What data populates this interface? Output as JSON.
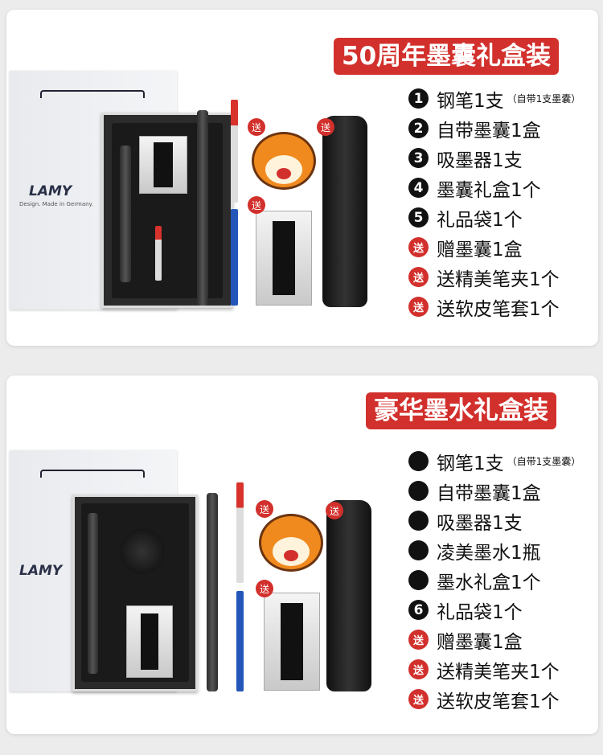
{
  "sets": [
    {
      "title": "50周年墨囊礼盒装",
      "items": [
        {
          "badge": "1",
          "text": "钢笔1支",
          "note": "（自带1支墨囊）",
          "red": false
        },
        {
          "badge": "2",
          "text": "自带墨囊1盒",
          "red": false
        },
        {
          "badge": "3",
          "text": "吸墨器1支",
          "red": false
        },
        {
          "badge": "4",
          "text": "墨囊礼盒1个",
          "red": false
        },
        {
          "badge": "5",
          "text": "礼品袋1个",
          "red": false
        },
        {
          "badge": "送",
          "text": "赠墨囊1盒",
          "red": true
        },
        {
          "badge": "送",
          "text": "送精美笔夹1个",
          "red": true
        },
        {
          "badge": "送",
          "text": "送软皮笔套1个",
          "red": true
        }
      ]
    },
    {
      "title": "豪华墨水礼盒装",
      "items": [
        {
          "badge": "",
          "text": "钢笔1支",
          "note": "（自带1支墨囊）",
          "red": false
        },
        {
          "badge": "",
          "text": "自带墨囊1盒",
          "red": false
        },
        {
          "badge": "",
          "text": "吸墨器1支",
          "red": false
        },
        {
          "badge": "",
          "text": "凌美墨水1瓶",
          "red": false
        },
        {
          "badge": "",
          "text": "墨水礼盒1个",
          "red": false
        },
        {
          "badge": "6",
          "text": "礼品袋1个",
          "red": false
        },
        {
          "badge": "送",
          "text": "赠墨囊1盒",
          "red": true
        },
        {
          "badge": "送",
          "text": "送精美笔夹1个",
          "red": true
        },
        {
          "badge": "送",
          "text": "送软皮笔套1个",
          "red": true
        }
      ]
    }
  ],
  "brand": "LAMY",
  "bag_tagline": "Design. Made in Germany.",
  "gift_label": "送",
  "colors": {
    "accent": "#d2302c",
    "background": "#ececec"
  }
}
